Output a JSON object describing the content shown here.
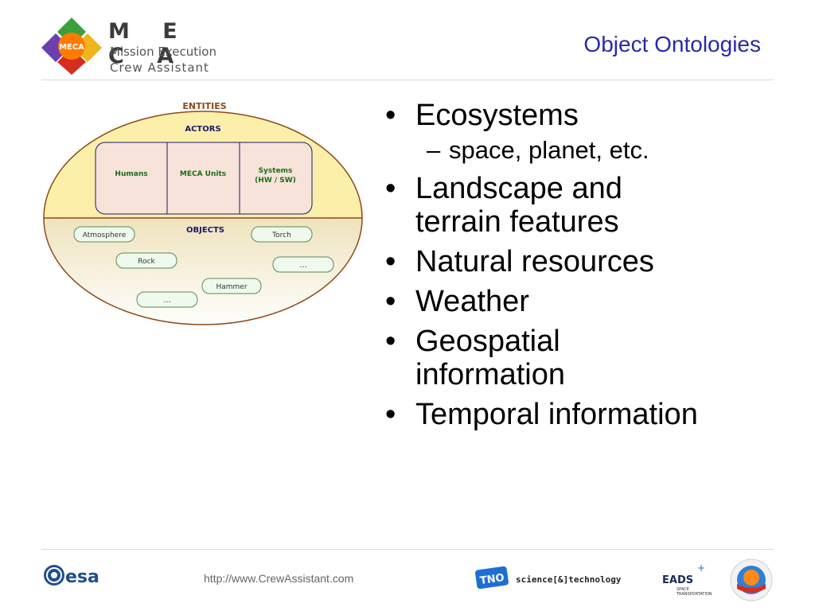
{
  "header": {
    "logo_letters": "M E C A",
    "logo_badge": "MECA",
    "logo_line1": "Mission Execution",
    "logo_line2": "Crew Assistant",
    "title": "Object Ontologies"
  },
  "diagram": {
    "entities_label": "ENTITIES",
    "actors_label": "ACTORS",
    "actors": [
      "Humans",
      "MECA Units",
      "Systems",
      "(HW / SW)"
    ],
    "objects_label": "OBJECTS",
    "objects": [
      "Atmosphere",
      "Torch",
      "Rock",
      "...",
      "Hammer",
      "..."
    ]
  },
  "bullets": {
    "b1": "Ecosystems",
    "b1_sub": "space, planet, etc.",
    "b2a": "Landscape and",
    "b2b": "terrain features",
    "b3": "Natural resources",
    "b4": "Weather",
    "b5a": "Geospatial",
    "b5b": "information",
    "b6": "Temporal information"
  },
  "footer": {
    "esa": "esa",
    "url": "http://www.CrewAssistant.com",
    "tno": "TNO",
    "science": "science[&]technology",
    "eads": "EADS",
    "eads_sub1": "SPACE",
    "eads_sub2": "TRANSPORTATION",
    "colors": {
      "title": "#2a2aa6",
      "accent": "#8b4a1a"
    }
  }
}
